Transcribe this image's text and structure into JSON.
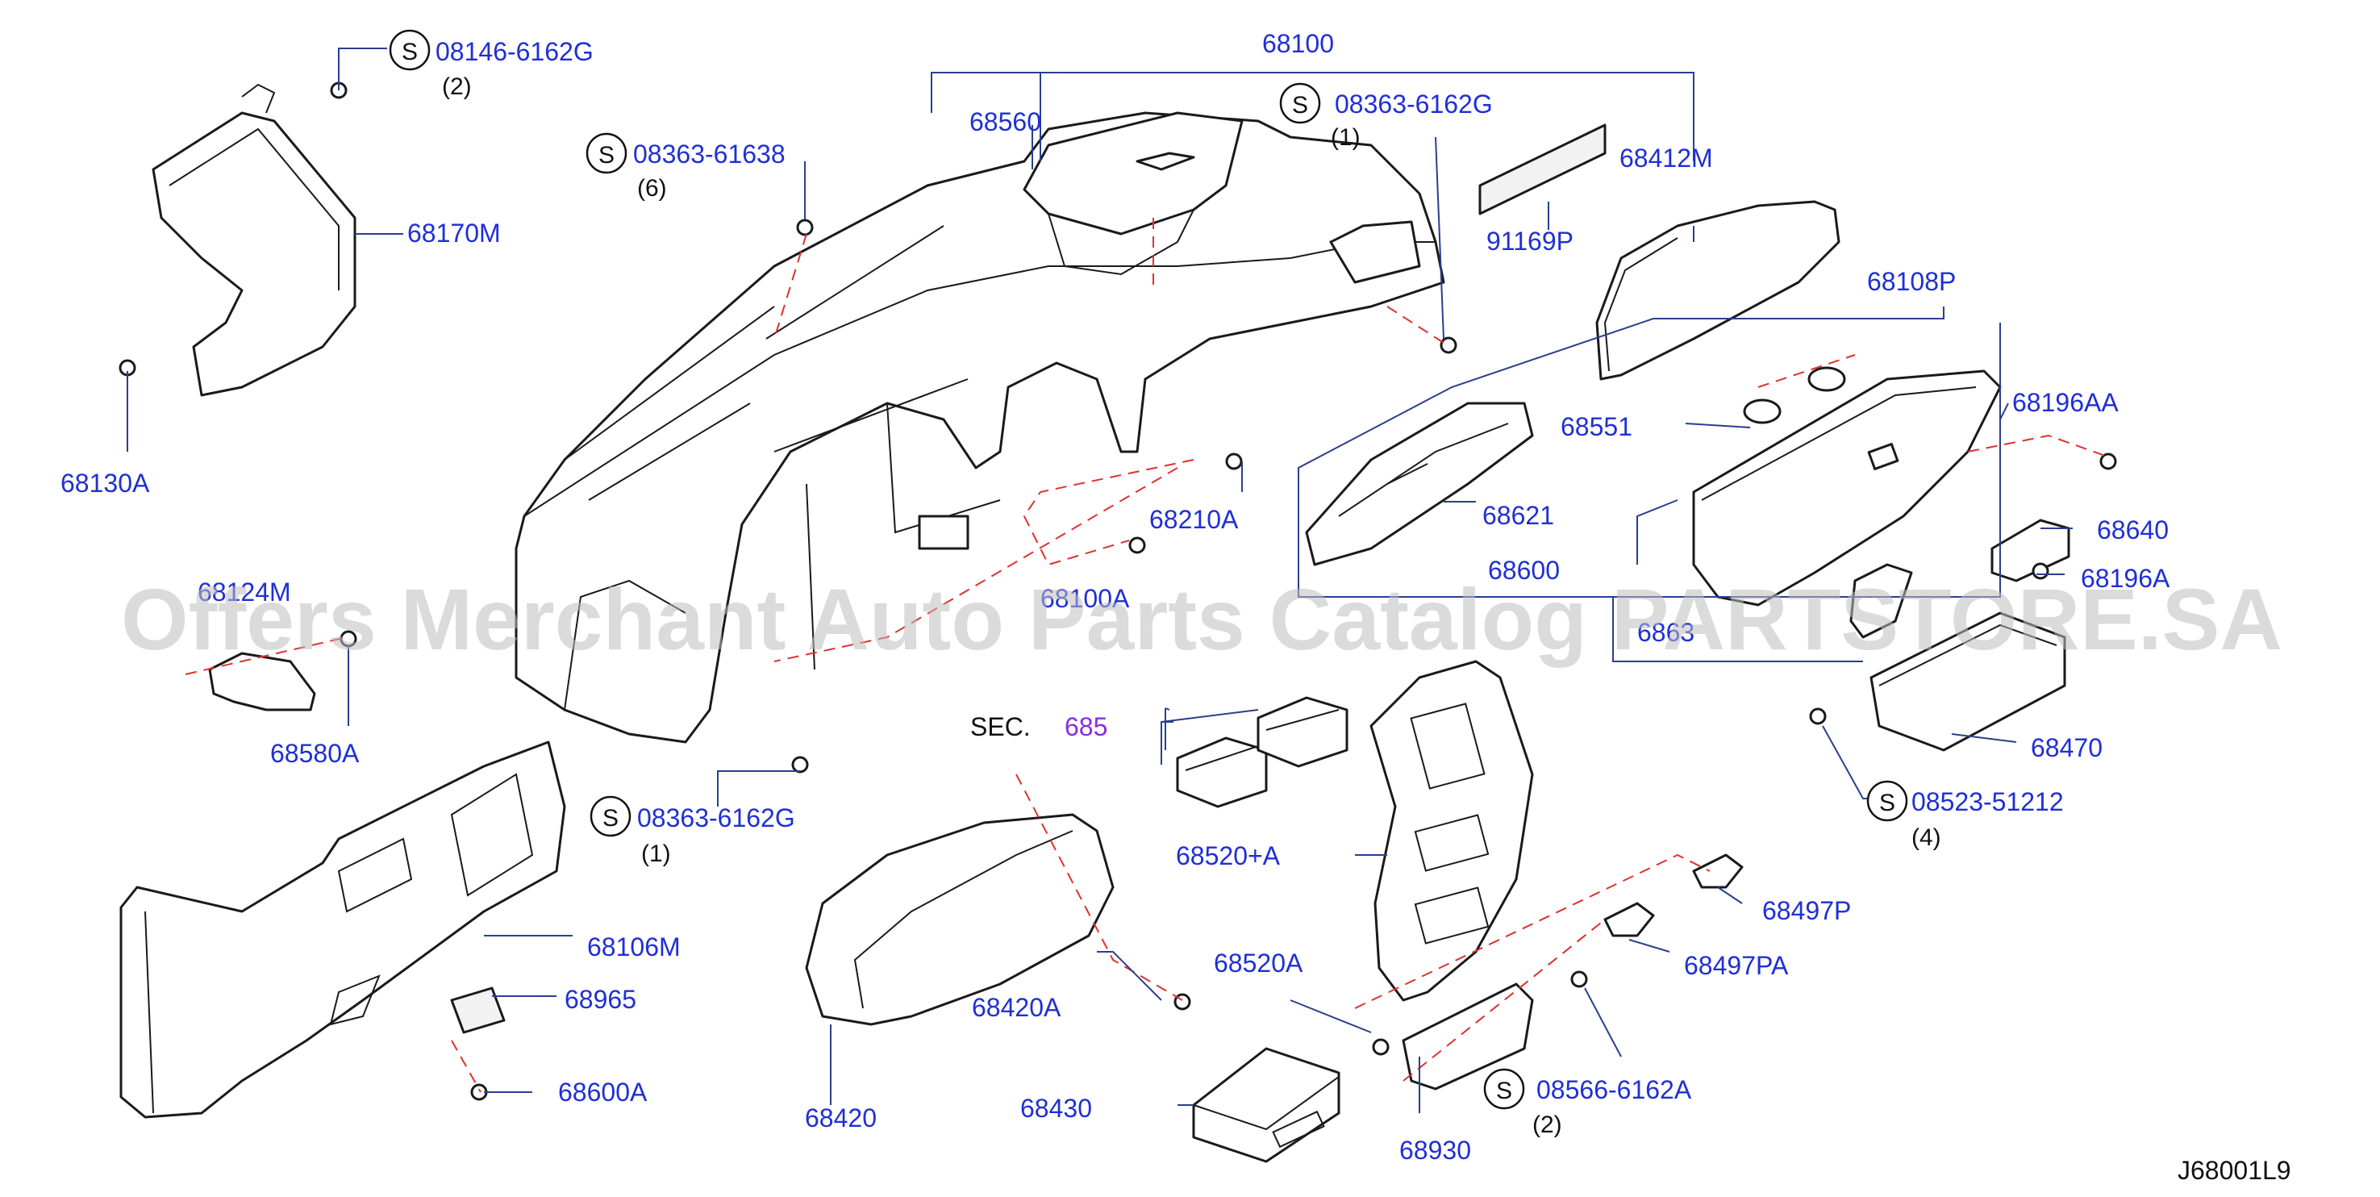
{
  "diagram_code": "J68001L9",
  "watermark": "Offers Merchant Auto Parts Catalog PARTSTORE.SA",
  "section_ref": {
    "prefix": "SEC.",
    "number": "685"
  },
  "screw_marker": "S",
  "callouts": {
    "p68100": "68100",
    "p68560": "68560",
    "s08363_6162g_top": "08363-6162G",
    "q1_top": "(1)",
    "p68412m": "68412M",
    "p91169p": "91169P",
    "p68108p": "68108P",
    "p68196aa": "68196AA",
    "p68551": "68551",
    "p68621": "68621",
    "p68600": "68600",
    "p68640": "68640",
    "p68196a": "68196A",
    "p68630_partial": "6863",
    "p68470": "68470",
    "s08523_51212": "08523-51212",
    "q4": "(4)",
    "s08146_6162g": "08146-6162G",
    "q2_top": "(2)",
    "p68170m": "68170M",
    "s08363_61638": "08363-61638",
    "q6": "(6)",
    "p68130a": "68130A",
    "p68210a": "68210A",
    "p68100a_partial": "68100A",
    "p68124m_partial": "68124M",
    "p68580a": "68580A",
    "s08363_6162g_low": "08363-6162G",
    "q1_low": "(1)",
    "p68106m": "68106M",
    "p68965": "68965",
    "p68600a": "68600A",
    "p68520a_plus": "68520+A",
    "p68420a": "68420A",
    "p68420": "68420",
    "p68430": "68430",
    "p68520a": "68520A",
    "p68930": "68930",
    "p68497p": "68497P",
    "p68497pa": "68497PA",
    "s08566_6162a": "08566-6162A",
    "q2_low": "(2)"
  }
}
